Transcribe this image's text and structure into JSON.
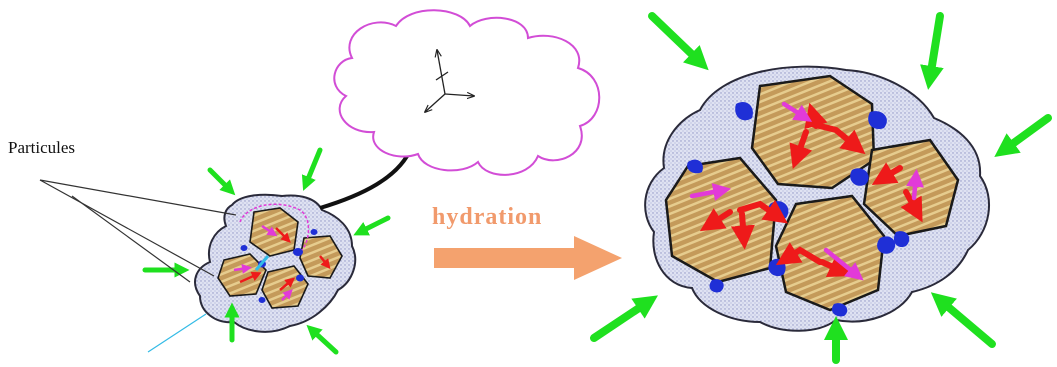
{
  "labels": {
    "particles": "Particules",
    "process": "hydration"
  },
  "colors": {
    "particle_fill": "#c49a5a",
    "particle_stripe": "#e6cc8e",
    "particle_outline": "#1a1a1a",
    "water_layer": "#dfe2f2",
    "water_outline": "#2a2a3a",
    "bound_water": "#1f2fd6",
    "red_arrow": "#ee1a1a",
    "magenta_arrow": "#e23ad8",
    "green_arrow": "#1fe01f",
    "hydration_arrow": "#f4a26e",
    "hydration_label": "#f19a6c",
    "cloud_outline": "#d24dd6",
    "leader_line": "#333333",
    "cyan_line": "#33bbe6"
  },
  "icons": {
    "cloud": "cloud-outline",
    "axes": "three-axis-symbol"
  }
}
